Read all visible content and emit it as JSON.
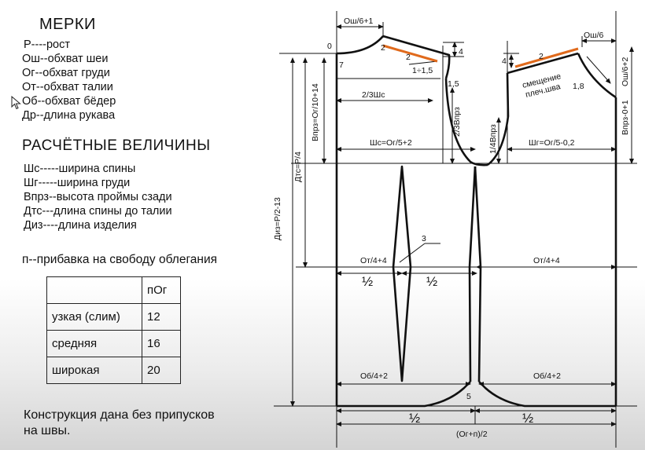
{
  "measurements": {
    "title": "МЕРКИ",
    "items": [
      "Р----рост",
      "Ош--обхват шеи",
      "Ог--обхват груди",
      "От--обхват талии",
      "Об--обхват бёдер",
      "Др--длина рукава"
    ]
  },
  "calculated": {
    "title": "РАСЧЁТНЫЕ ВЕЛИЧИНЫ",
    "items": [
      "Шс-----ширина спины",
      "Шг-----ширина груди",
      "Впрз--высота проймы сзади",
      "Дтс---длина спины до талии",
      "Диз----длина изделия"
    ]
  },
  "allowance": {
    "title": "п--прибавка на свободу облегания",
    "header": "пОг",
    "rows": [
      {
        "label": "узкая (слим)",
        "value": "12"
      },
      {
        "label": "средняя",
        "value": "16"
      },
      {
        "label": "широкая",
        "value": "20"
      }
    ]
  },
  "note": {
    "line1": "Конструкция дана без припусков",
    "line2": "на швы."
  },
  "colors": {
    "line": "#111111",
    "accent": "#e06a1c"
  },
  "drawing": {
    "neck_back": "Ош/6+1",
    "neck_front": "Ош/6",
    "zero": "0",
    "seven": "7",
    "two_back": "2",
    "two_small": "2",
    "two_front": "2",
    "four_back": "4",
    "four_front": "4",
    "one_to_one_five": "1÷1,5",
    "one_five": "1,5",
    "one_eight": "1,8",
    "shift_line1": "смещение",
    "shift_line2": "плеч.шва",
    "two_thirds_shs": "2/3Шс",
    "two_thirds_vprz": "2/3Впрз",
    "quarter_vprz": "1/4Впрз",
    "vprz_formula": "Впрз=Ог/10+14",
    "vprz_front": "Впрз-0+1",
    "neck_depth_front": "Ош/6+2",
    "shs_formula": "Шс=Ог/5+2",
    "shg_formula": "Шг=Ог/5-0,2",
    "dts_formula": "Дтс=Р/4",
    "diz_formula": "Диз=Р/2-13",
    "waist_back": "От/4+4",
    "waist_front": "От/4+4",
    "half_1": "½",
    "half_2": "½",
    "three": "3",
    "hip_back": "Об/4+2",
    "hip_front": "Об/4+2",
    "five": "5",
    "half_3": "½",
    "half_4": "½",
    "total_width": "(Ог+п)/2"
  }
}
